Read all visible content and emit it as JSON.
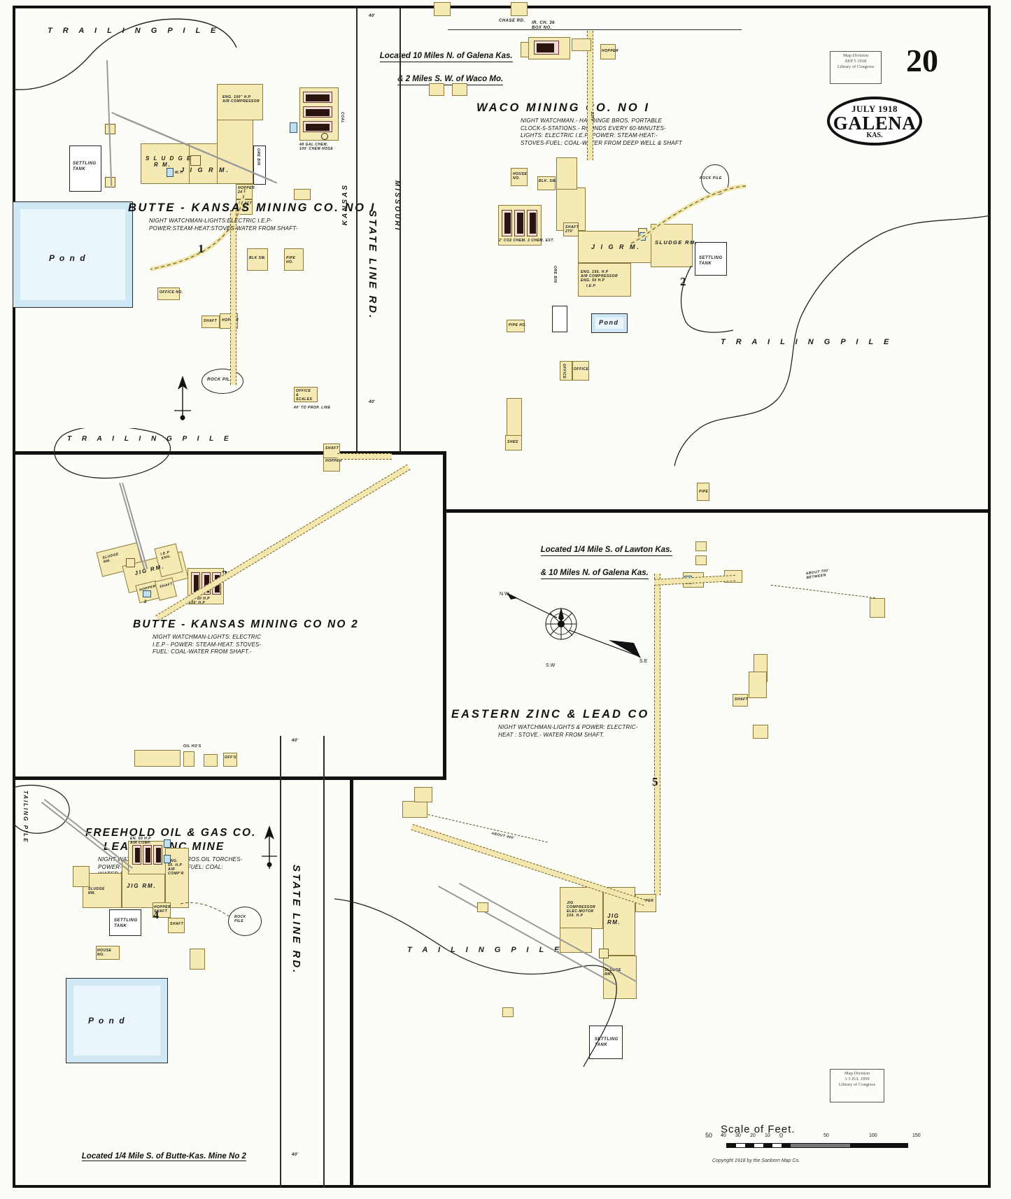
{
  "sheet": {
    "page_number": "20",
    "seal": {
      "month_year": "JULY 1918",
      "city": "GALENA",
      "state": "KAS."
    },
    "stamps": [
      {
        "line1": "Map Division",
        "line2": "SEP  5  1918",
        "line3": "Library of Congress"
      },
      {
        "line1": "Map Division",
        "line2": "3 3 JUL 1959",
        "line3": "Library of Congress"
      }
    ],
    "scale": {
      "title": "Scale of Feet.",
      "ticks_left": [
        "50",
        "40",
        "30",
        "20",
        "10",
        "0"
      ],
      "ticks_right": [
        "50",
        "100",
        "150"
      ],
      "copyright": "Copyright 1918 by the Sanborn Map Co."
    }
  },
  "locators": {
    "top_left": {
      "line1": "Located 10 Miles N. of Galena Kas.",
      "line2": "& 2 Miles S. W. of Waco Mo."
    },
    "mid_right": {
      "line1": "Located 1/4 Mile S. of Lawton Kas.",
      "line2": "& 10 Miles N. of Galena Kas."
    },
    "bottom_left": {
      "line1": "Located 1/4 Mile S. of Butte-Kas. Mine No 2"
    }
  },
  "plants": [
    {
      "id": "butte-kansas-1",
      "title": "BUTTE - KANSAS  MINING  CO. NO I",
      "notes": "NIGHT WATCHMAN-LIGHTS:ELECTRIC I.E.P-\nPOWER:STEAM-HEAT:STOVES-WATER FROM SHAFT-",
      "block_number": "1",
      "rooms": [
        "SLUDGE RM.",
        "JIG RM.",
        "SETTLING TANK",
        "ENG. 100\" H.P AIR COMPRESSOR",
        "ORE BIN",
        "HOPPER",
        "SHAFT"
      ],
      "features": [
        "TAILING PILE",
        "Pond",
        "ROCK PILE"
      ]
    },
    {
      "id": "waco-1",
      "title": "WACO  MINING  CO.  NO I",
      "notes": "NIGHT WATCHMAN.- HARDINGE BROS. PORTABLE\nCLOCK-5-STATIONS.- ROUNDS EVERY 60-MINUTES-\nLIGHTS: ELECTRIC I.E.P- POWER: STEAM-HEAT:-\nSTOVES-FUEL: COAL-WATER FROM DEEP WELL & SHAFT",
      "block_number": "2",
      "rooms": [
        "JIG RM.",
        "SLUDGE RM.",
        "SETTLING TANK",
        "ENG. 150 H.P AIR COMPRESSOR ENG 50 H.P",
        "I.E.P",
        "ORE BIN"
      ],
      "features": [
        "ROCK PILE",
        "TAILING PILE",
        "Pond"
      ]
    },
    {
      "id": "butte-kansas-2",
      "title": "BUTTE - KANSAS  MINING  CO NO 2",
      "notes": "NIGHT WATCHMAN-LIGHTS: ELECTRIC\nI.E.P - POWER: STEAM-HEAT: STOVES-\nFUEL: COAL-WATER FROM SHAFT.-",
      "block_number": "3",
      "rooms": [
        "SLUDGE RM.",
        "JIG RM.",
        "I.E.P ENG.",
        "HOPPER",
        "SHAFT"
      ],
      "features": [
        "TAILING PILE"
      ]
    },
    {
      "id": "freehold",
      "title_line1": "FREEHOLD  OIL  &  GAS  CO.",
      "title_line2": "LEAD  &  ZINC  MINE",
      "notes": "NIGHT WATCHMAN: LIGHTS: KEROS.OIL TORCHES-\nPOWER-STEAM-HEAT: STOVES-FUEL: COAL:\nWATER FROM SHAFT.-",
      "block_number": "4",
      "rooms": [
        "SLUDGE RM.",
        "JIG RM.",
        "SETTLING TANK",
        "ENG. 50 H.P AIR COMPRESSOR",
        "OIL HO'S",
        "OFF'S",
        "SHAFT"
      ],
      "features": [
        "TAILING PILE",
        "Pond",
        "ROCK PILE",
        "HOUSE NO."
      ]
    },
    {
      "id": "eastern-zinc-lead",
      "title": "EASTERN  ZINC  &  LEAD  CO",
      "notes": "NIGHT WATCHMAN-LIGHTS & POWER: ELECTRIC-\nHEAT : STOVE.- WATER FROM SHAFT.",
      "block_number": "5",
      "rooms": [
        "JIG RM.",
        "SLUDGE RM.",
        "SETTLING TANK",
        "JIG COMPRESSOR ELEC-MOTOR 100 H.P",
        "SHAFT"
      ],
      "features": [
        "TAILING PILE",
        "ABOUT 400'",
        "ABOUT 700' BETWEEN"
      ]
    }
  ],
  "streets": [
    {
      "name": "STATE  LINE  RD.",
      "id": "state-line-rd-north"
    },
    {
      "name": "STATE  LINE  RD.",
      "id": "state-line-rd-south"
    },
    {
      "name": "CHASE RD.",
      "id": "chase-rd"
    }
  ],
  "state_labels": [
    {
      "name": "KANSAS"
    },
    {
      "name": "MISSOURI"
    }
  ],
  "dimension_marks": [
    "40'",
    "40'",
    "40'",
    "40'",
    "2270'",
    "ABOUT 400'",
    "ABOUT 700' BETWEEN"
  ],
  "compass": {
    "north": "N",
    "south": "S",
    "east": "E",
    "west": "W"
  }
}
